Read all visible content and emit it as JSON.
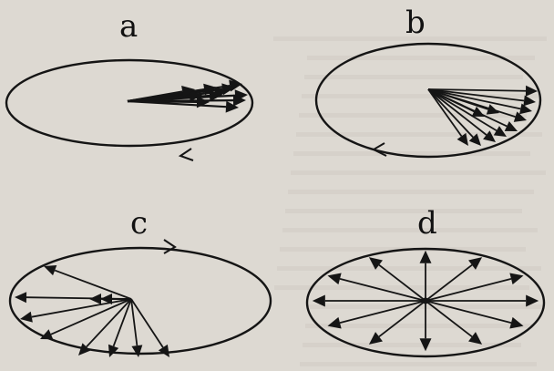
{
  "panels": {
    "a": {
      "label": "a"
    },
    "b": {
      "label": "b"
    },
    "c": {
      "label": "c"
    },
    "d": {
      "label": "d"
    }
  },
  "colors": {
    "ink": "#151515",
    "paper": "#ddd9d2",
    "bleed_text": "#c6c1b8"
  }
}
